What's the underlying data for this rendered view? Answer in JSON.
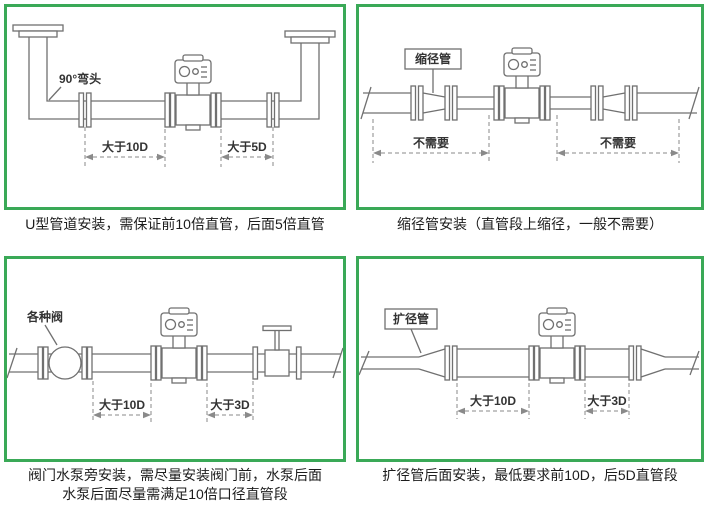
{
  "colors": {
    "panel_border": "#3aa957",
    "drawing_line": "#707070",
    "dimension_line": "#8a8a8a"
  },
  "panels": [
    {
      "id": "u-pipe",
      "caption": "U型管道安装，需保证前10倍直管，后面5倍直管",
      "labels": {
        "elbow": "90°弯头",
        "dim_left": "大于10D",
        "dim_right": "大于5D"
      }
    },
    {
      "id": "reducer",
      "caption": "缩径管安装（直管段上缩径，一般不需要）",
      "labels": {
        "tag": "缩径管",
        "dim_left": "不需要",
        "dim_right": "不需要"
      }
    },
    {
      "id": "valves",
      "caption_line1": "阀门水泵旁安装，需尽量安装阀门前，水泵后面",
      "caption_line2": "水泵后面尽量需满足10倍口径直管段",
      "labels": {
        "tag": "各种阀",
        "dim_left": "大于10D",
        "dim_right": "大于3D"
      }
    },
    {
      "id": "expander",
      "caption": "扩径管后面安装，最低要求前10D，后5D直管段",
      "labels": {
        "tag": "扩径管",
        "dim_left": "大于10D",
        "dim_right": "大于3D"
      }
    }
  ]
}
